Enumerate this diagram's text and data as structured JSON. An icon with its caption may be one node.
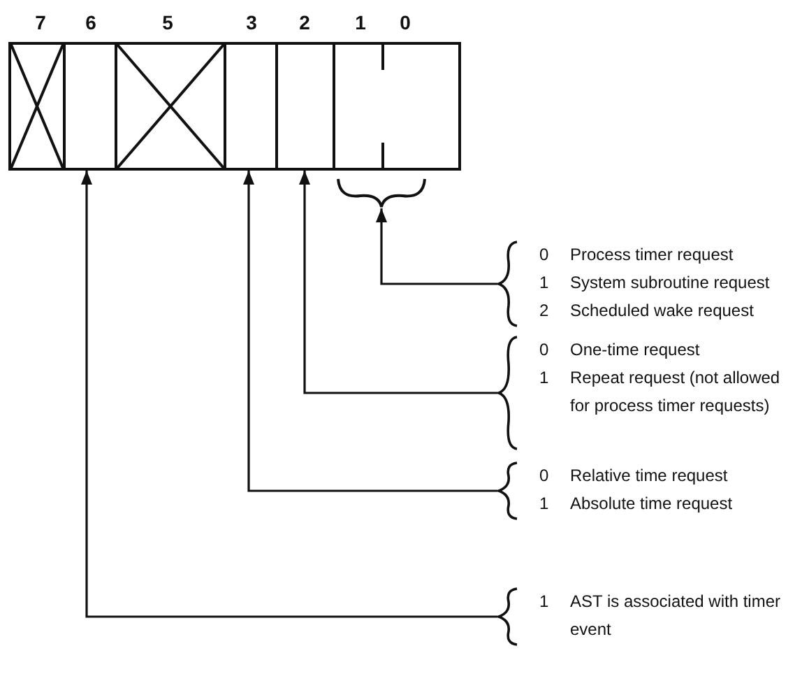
{
  "diagram": {
    "nodes": [
      {
        "text": [],
        "shape": "cross"
      },
      {
        "text": [],
        "shape": "box"
      },
      {
        "text": [],
        "shape": "cross"
      },
      {
        "text": [],
        "shape": "box"
      },
      {
        "text": [],
        "shape": "box"
      },
      {
        "text": [],
        "shape": "box"
      },
      {
        "text": [
          "0",
          "Process timer request",
          "1",
          "System subroutine request",
          "2",
          "Scheduled wake request"
        ]
      },
      {
        "text": [
          "0",
          "One-time request",
          "1",
          "Repeat request (not allowed for process timer requests)"
        ]
      },
      {
        "text": [
          "0",
          "Relative time request",
          "1",
          "Absolute time request"
        ]
      },
      {
        "text": [
          "1",
          "AST is associated with timer event"
        ]
      }
    ],
    "edges": [
      {
        "from": 6,
        "to": 5,
        "arrow": "to"
      },
      {
        "from": 7,
        "to": 4,
        "arrow": "to"
      },
      {
        "from": 8,
        "to": 3,
        "arrow": "to"
      },
      {
        "from": 9,
        "to": 1,
        "arrow": "to"
      }
    ],
    "labels": [
      "7",
      "6",
      "5",
      "3",
      "2",
      "1",
      "0"
    ]
  }
}
